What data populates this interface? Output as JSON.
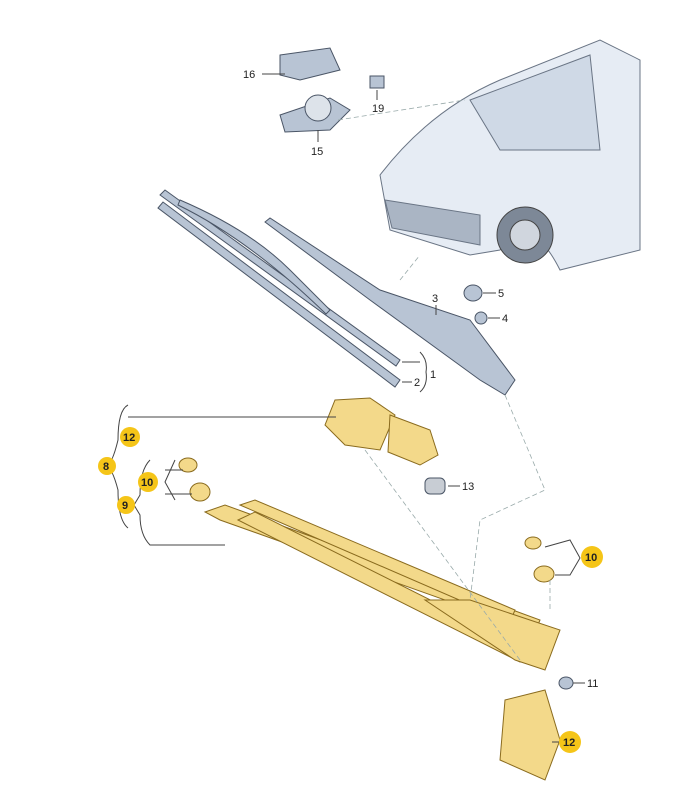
{
  "colors": {
    "highlight": "#f5c518",
    "part_yellow": "#f3d98a",
    "grey_part": "#b8c4d4"
  },
  "callouts": [
    {
      "id": "c16",
      "text": "16",
      "highlighted": false
    },
    {
      "id": "c19",
      "text": "19",
      "highlighted": false
    },
    {
      "id": "c15",
      "text": "15",
      "highlighted": false
    },
    {
      "id": "c3",
      "text": "3",
      "highlighted": false
    },
    {
      "id": "c5",
      "text": "5",
      "highlighted": false
    },
    {
      "id": "c4",
      "text": "4",
      "highlighted": false
    },
    {
      "id": "c1",
      "text": "1",
      "highlighted": false
    },
    {
      "id": "c2",
      "text": "2",
      "highlighted": false
    },
    {
      "id": "c12a",
      "text": "12",
      "highlighted": true
    },
    {
      "id": "c8",
      "text": "8",
      "highlighted": true
    },
    {
      "id": "c10a",
      "text": "10",
      "highlighted": true
    },
    {
      "id": "c9",
      "text": "9",
      "highlighted": true
    },
    {
      "id": "c13",
      "text": "13",
      "highlighted": false
    },
    {
      "id": "c10b",
      "text": "10",
      "highlighted": true
    },
    {
      "id": "c11",
      "text": "11",
      "highlighted": false
    },
    {
      "id": "c12b",
      "text": "12",
      "highlighted": true
    }
  ]
}
